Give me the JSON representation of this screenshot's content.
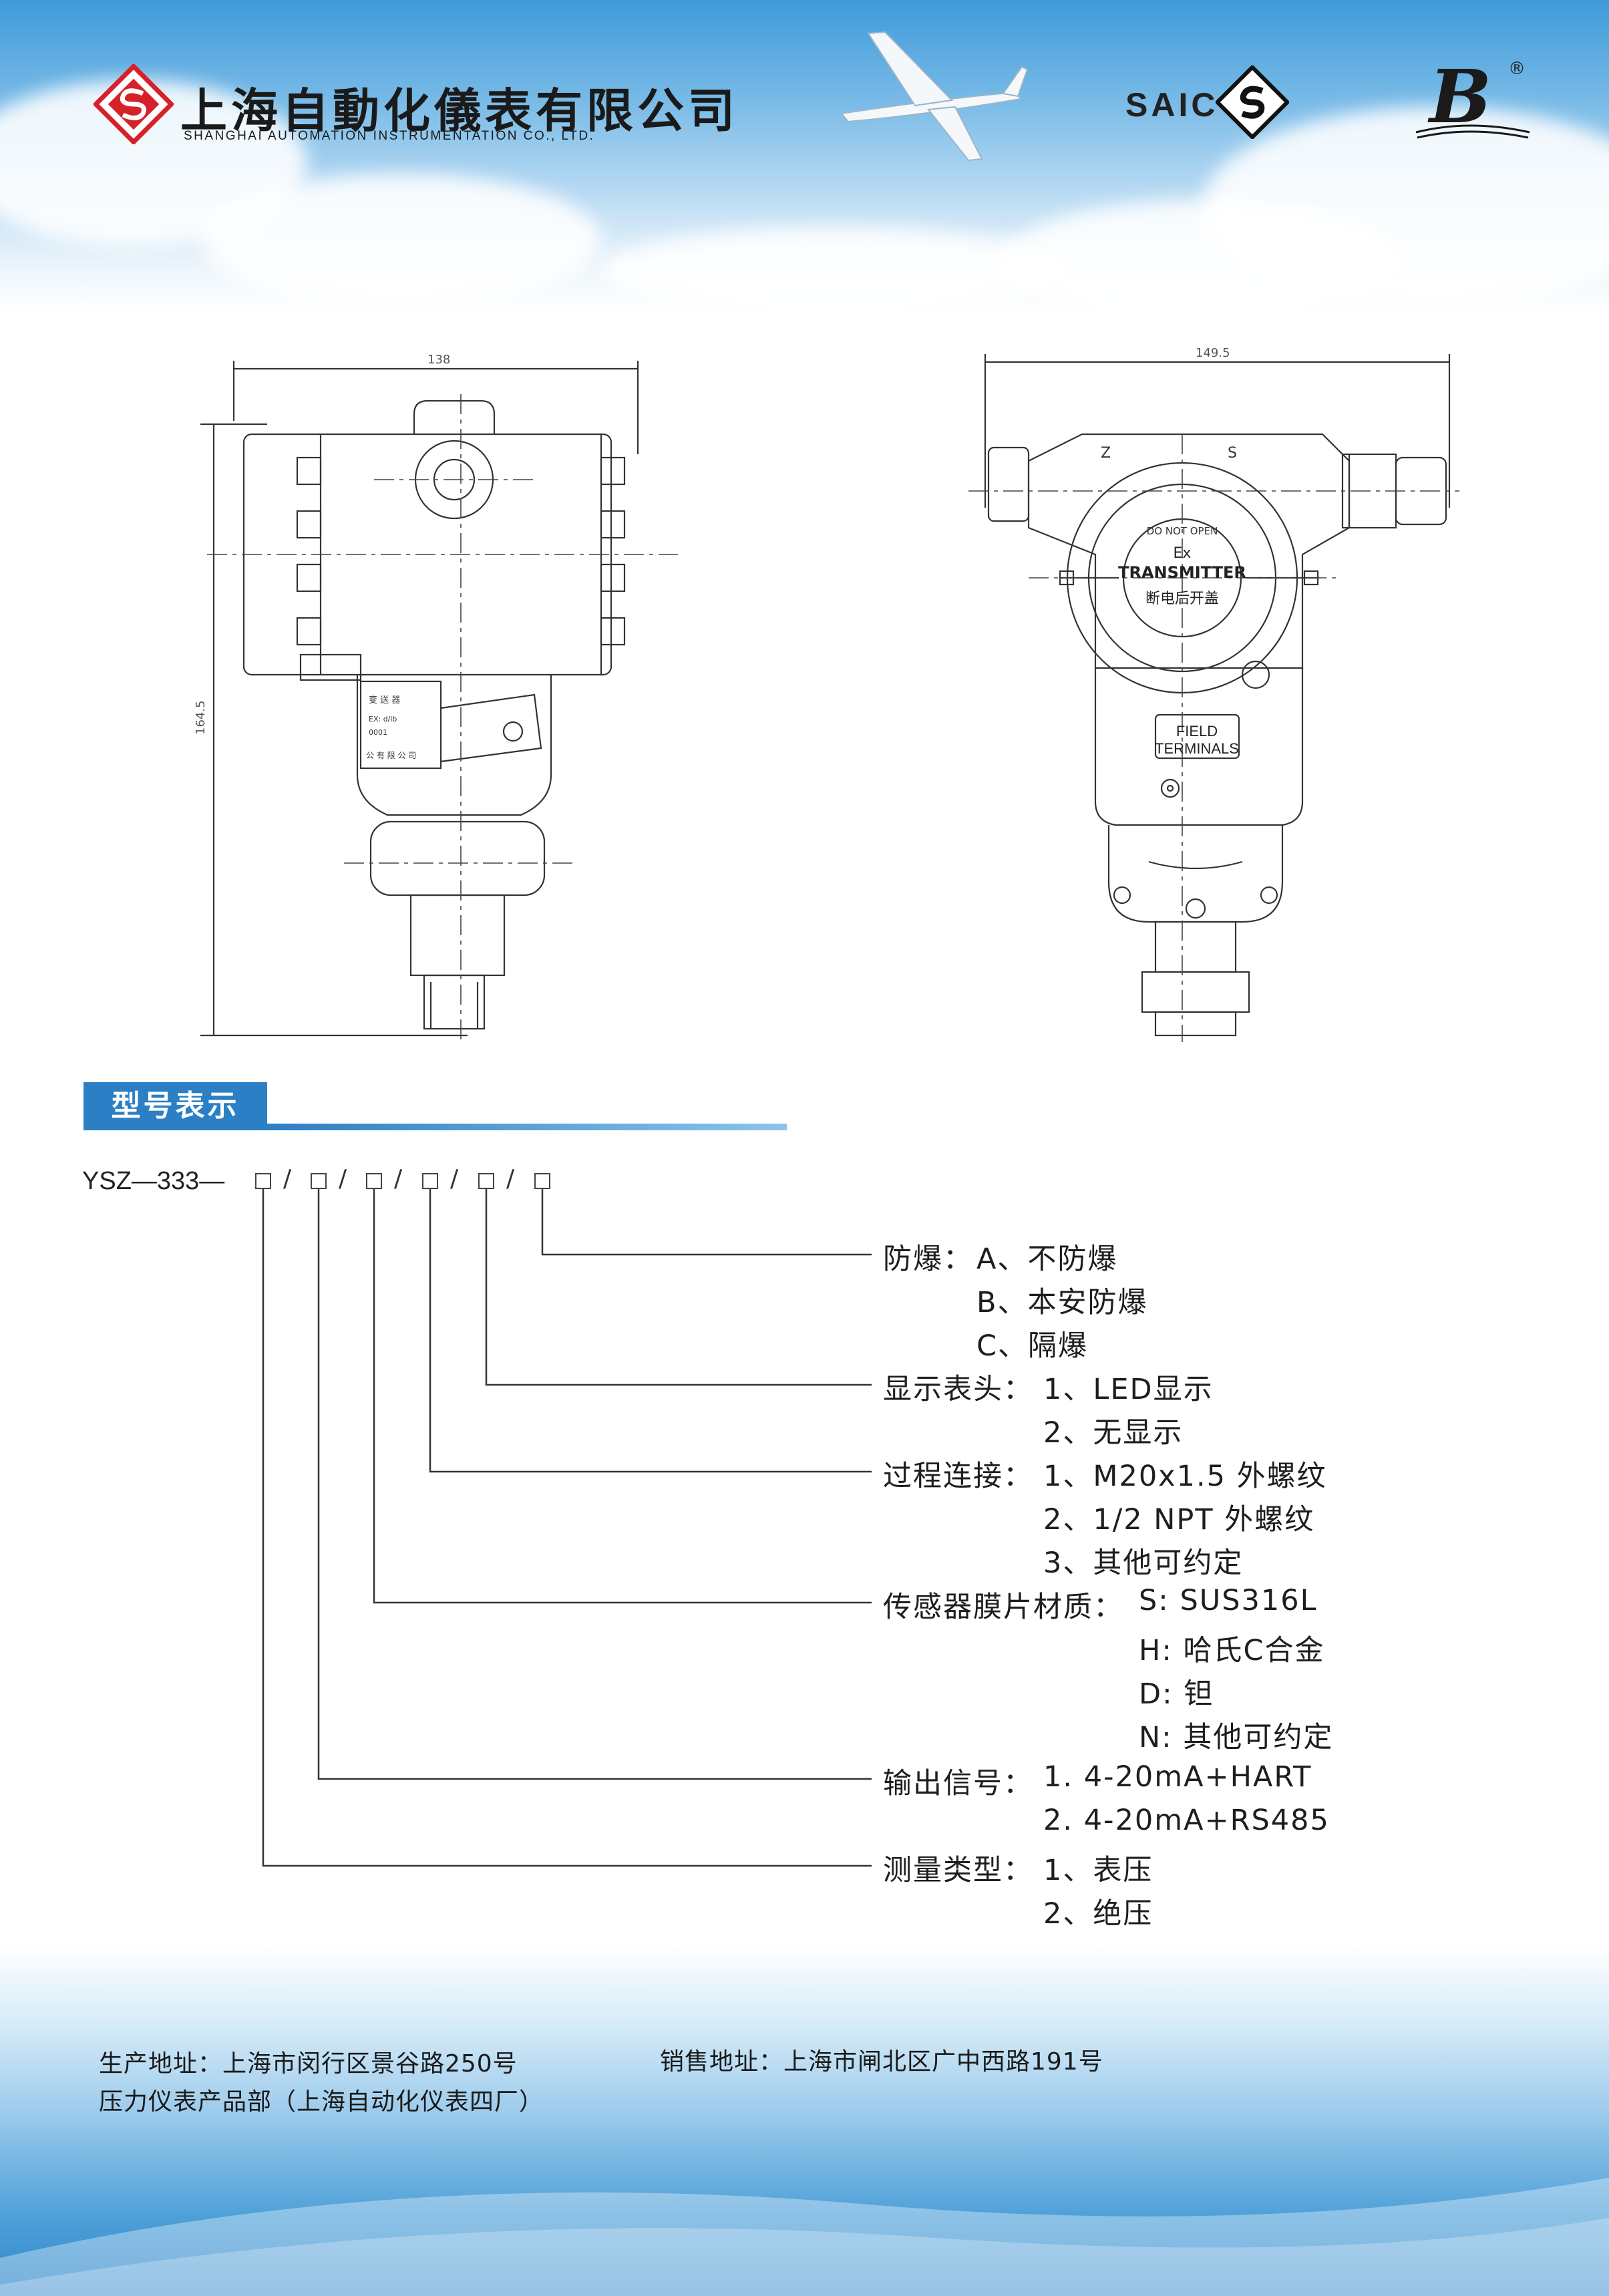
{
  "header": {
    "company_name_cn": "上海自動化儀表有限公司",
    "company_name_en": "SHANGHAI AUTOMATION INSTRUMENTATION CO., LTD.",
    "saic_label": "SAIC",
    "registered_mark": "®"
  },
  "drawings": {
    "side_view": {
      "width_dim": "138",
      "height_dim": "164.5",
      "plate_lines": [
        "变 送 器",
        "EX: d/ib",
        "0001",
        "公 有 限 公 司"
      ]
    },
    "front_view": {
      "width_dim": "149.5",
      "marks": [
        "Z",
        "S"
      ],
      "cover_lines": [
        "DO NOT OPEN",
        "Ex",
        "TRANSMITTER",
        "断电后开盖"
      ],
      "field_terminals": [
        "FIELD",
        "TERMINALS"
      ]
    }
  },
  "model_section": {
    "title": "型号表示",
    "model_prefix": "YSZ—333—",
    "separator": "/",
    "groups": [
      {
        "label": "防爆：",
        "options": [
          "A、不防爆",
          "B、本安防爆",
          "C、隔爆"
        ]
      },
      {
        "label": "显示表头：",
        "options": [
          "1、LED显示",
          "2、无显示"
        ]
      },
      {
        "label": "过程连接：",
        "options": [
          "1、M20x1.5 外螺纹",
          "2、1/2 NPT 外螺纹",
          "3、其他可约定"
        ]
      },
      {
        "label": "传感器膜片材质：",
        "options": [
          "S: SUS316L",
          "H: 哈氏C合金",
          "D: 钽",
          "N: 其他可约定"
        ]
      },
      {
        "label": "输出信号：",
        "options": [
          "1. 4-20mA+HART",
          "2. 4-20mA+RS485"
        ]
      },
      {
        "label": "测量类型：",
        "options": [
          "1、表压",
          "2、绝压"
        ]
      }
    ]
  },
  "footer": {
    "production_address": "生产地址：上海市闵行区景谷路250号",
    "department": "压力仪表产品部（上海自动化仪表四厂）",
    "sales_address": "销售地址：上海市闸北区广中西路191号"
  },
  "colors": {
    "brand_red": "#d6202a",
    "section_blue": "#2b7fc4",
    "sky_blue": "#3f9ad8"
  }
}
